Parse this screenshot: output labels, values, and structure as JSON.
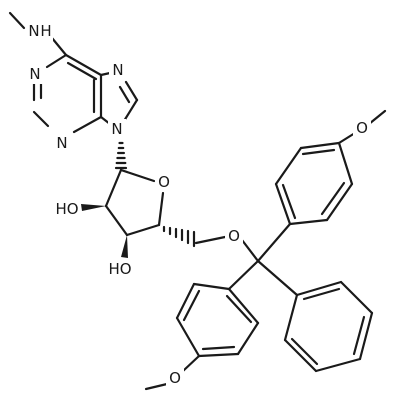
{
  "atoms": {
    "n_methylamino": "N",
    "amino_h": "H",
    "n1": "N",
    "n3": "N",
    "n7": "N",
    "n9": "N",
    "ring_oxygen": "O",
    "ether_oxygen": "O",
    "hydroxyl_2": "HO",
    "hydroxyl_3": "HO",
    "methoxy_oxygen_top": "O",
    "methoxy_oxygen_bottom": "O"
  }
}
